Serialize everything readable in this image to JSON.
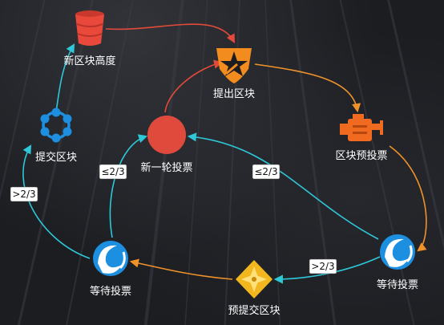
{
  "nodes": {
    "new_height": {
      "label": "新区块高度",
      "icon": "bucket-icon",
      "color": "#e8493a"
    },
    "propose": {
      "label": "提出区块",
      "icon": "star-shield-icon",
      "color": "#f28c1e"
    },
    "prevote": {
      "label": "区块预投票",
      "icon": "engine-icon",
      "color": "#f06a1f"
    },
    "wait_right": {
      "label": "等待投票",
      "icon": "swirl-icon",
      "color": "#1d8fe0"
    },
    "precommit": {
      "label": "预提交区块",
      "icon": "diamond-flower-icon",
      "color": "#f2b71e"
    },
    "wait_left": {
      "label": "等待投票",
      "icon": "swirl-icon",
      "color": "#1d8fe0"
    },
    "commit": {
      "label": "提交区块",
      "icon": "network-ring-icon",
      "color": "#1d8fe0"
    },
    "new_round": {
      "label": "新一轮投票",
      "icon": "red-circle-icon",
      "color": "#e04a3c"
    }
  },
  "edges": {
    "left_up": {
      "label": ">2/3"
    },
    "left_round": {
      "label": "≤2/3"
    },
    "right_round": {
      "label": "≤2/3"
    },
    "bottom_right": {
      "label": ">2/3"
    }
  },
  "colors": {
    "red_edge": "#e24a3a",
    "orange_edge": "#f0922a",
    "cyan_edge": "#2ec8d8"
  }
}
